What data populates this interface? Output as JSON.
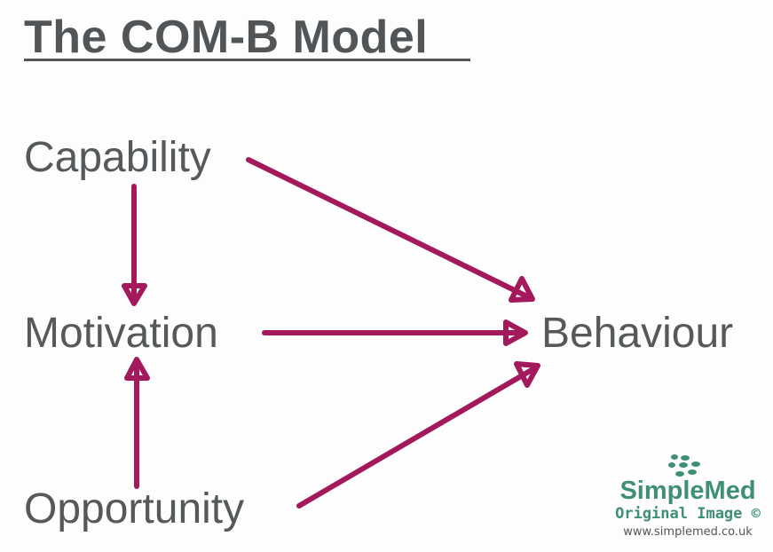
{
  "title": "The COM-B Model",
  "nodes": {
    "capability": "Capability",
    "motivation": "Motivation",
    "opportunity": "Opportunity",
    "behaviour": "Behaviour"
  },
  "edges": [
    {
      "from": "Capability",
      "to": "Motivation"
    },
    {
      "from": "Opportunity",
      "to": "Motivation"
    },
    {
      "from": "Capability",
      "to": "Behaviour"
    },
    {
      "from": "Motivation",
      "to": "Behaviour"
    },
    {
      "from": "Opportunity",
      "to": "Behaviour"
    }
  ],
  "arrow_color": "#a3195b",
  "watermark": {
    "brand": "SimpleMed",
    "subtitle": "Original Image ©",
    "url": "www.simplemed.co.uk"
  }
}
